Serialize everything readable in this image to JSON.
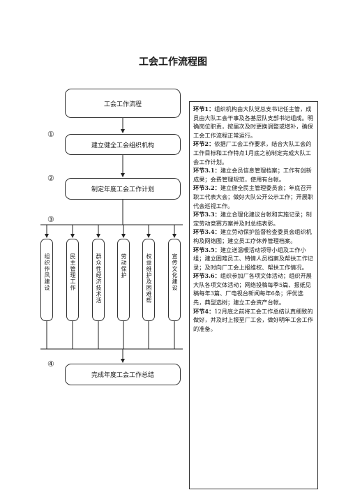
{
  "title": "工会工作流程图",
  "flow": {
    "start": "工会工作流程",
    "steps": [
      {
        "num": "①",
        "label": "建立健全工会组织机构"
      },
      {
        "num": "②",
        "label": "制定年度工会工作计划"
      },
      {
        "num": "③",
        "label": ""
      },
      {
        "num": "④",
        "label": "完成年度工会工作总结"
      }
    ],
    "branches": [
      "组织作风建设",
      "民主管理工作",
      "群众性经济技术活",
      "劳动保护",
      "权益维护及困难帮",
      "宣传文化建设"
    ]
  },
  "notes": [
    {
      "head": "环节1：",
      "text": "组织机构由大队党总支书记任主管，成员由大队工会干事及各基层队支部书记组成。明确岗位职责，按届次及时更换调整或增补，确保工会工作流程正常运行。"
    },
    {
      "head": "环节2：",
      "text": "依据厂工会工作要求，结合大队工会的工作目标和工作特点1月底之前制定完成大队工会工作计划。"
    },
    {
      "head": "环节3.1：",
      "text": "建立会员信息管理档案；工作有创新成果；会费管理规范，使用有台帐。"
    },
    {
      "head": "环节3.2：",
      "text": "建立健全民主管理委员会；年底召开职工代表大会；做好大队公开公示工作；开展职代会巡视工作。"
    },
    {
      "head": "环节3.3：",
      "text": "建立合理化建议台帐和实施记录；制定劳动竞赛方案并及时总结表彰。"
    },
    {
      "head": "环节3.4：",
      "text": "建立劳动保护监督检查委员会组织机构及网络图；建立员工疗休养管理档案。"
    },
    {
      "head": "环节3.5：",
      "text": "建立送温暖活动领导小组及工作小组；建立困难员工、特情人员档案及帮扶工作记录；及时向厂工会上报维权、帮扶工作情况。"
    },
    {
      "head": "环节3.6：",
      "text": "组织参加厂各项文体活动；组织开展大队各项文体活动；网络投稿每季5篇、报纸见稿每年3篇、厂电视台新闻每年6条；评优选先，典型选树；建立工会资产台帐。"
    },
    {
      "head": "环节4：",
      "text": "12月底之前将工会工作总结认真细致的做好，并及时上报至厂工会，做好明年工会工作的准备。"
    }
  ]
}
